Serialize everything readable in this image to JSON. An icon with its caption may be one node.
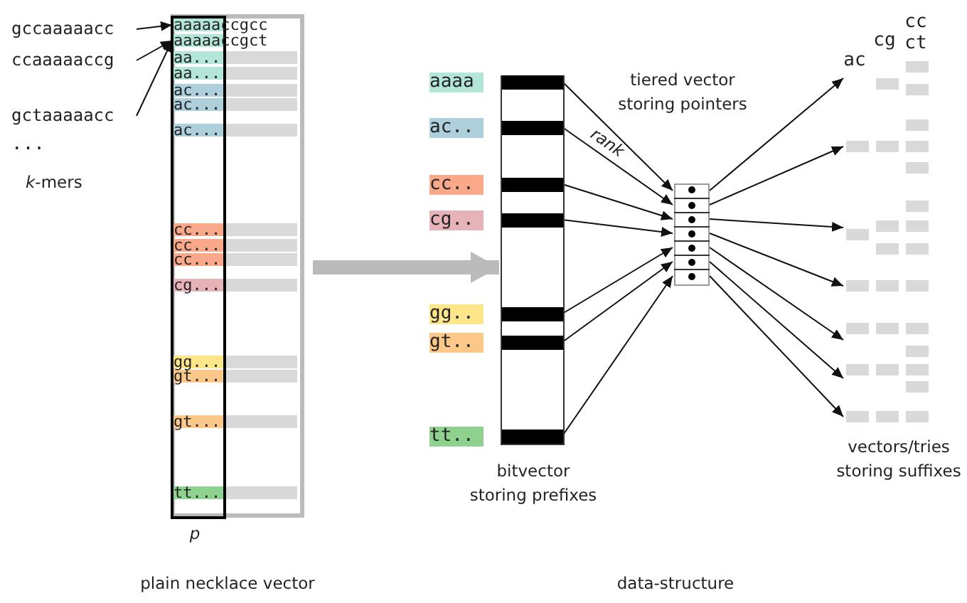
{
  "diagram": {
    "nodes": [
      {
        "text": [
          "gccaaaaacc"
        ]
      },
      {
        "text": [
          "ccaaaaaccg"
        ]
      },
      {
        "text": [
          "gctaaaaacc"
        ]
      },
      {
        "text": [],
        "shape": "box"
      },
      {
        "text": [
          "aaaaaccgcc"
        ],
        "in": 3
      },
      {
        "text": [
          "aaaaaccgct"
        ],
        "in": 3
      },
      {
        "text": [
          "aa..."
        ],
        "in": 3
      },
      {
        "text": [
          "aa..."
        ],
        "in": 3
      },
      {
        "text": [
          "ac..."
        ],
        "in": 3
      },
      {
        "text": [
          "ac..."
        ],
        "in": 3
      },
      {
        "text": [
          "ac..."
        ],
        "in": 3
      },
      {
        "text": [
          "cc..."
        ],
        "in": 3
      },
      {
        "text": [
          "cc..."
        ],
        "in": 3
      },
      {
        "text": [
          "cc..."
        ],
        "in": 3
      },
      {
        "text": [
          "cg..."
        ],
        "in": 3
      },
      {
        "text": [
          "gg..."
        ],
        "in": 3
      },
      {
        "text": [
          "gt..."
        ],
        "in": 3
      },
      {
        "text": [
          "gt..."
        ],
        "in": 3
      },
      {
        "text": [
          "tt..."
        ],
        "in": 3
      },
      {
        "text": [
          "aaaa"
        ]
      },
      {
        "text": [
          "ac.."
        ]
      },
      {
        "text": [
          "cc.."
        ]
      },
      {
        "text": [
          "cg.."
        ]
      },
      {
        "text": [
          "gg.."
        ]
      },
      {
        "text": [
          "gt.."
        ]
      },
      {
        "text": [
          "tt.."
        ]
      },
      {
        "text": [],
        "shape": "box"
      },
      {
        "text": [],
        "shape": "bar",
        "in": 26
      },
      {
        "text": [],
        "shape": "bar",
        "in": 26
      },
      {
        "text": [],
        "shape": "bar",
        "in": 26
      },
      {
        "text": [],
        "shape": "bar",
        "in": 26
      },
      {
        "text": [],
        "shape": "bar",
        "in": 26
      },
      {
        "text": [],
        "shape": "bar",
        "in": 26
      },
      {
        "text": [],
        "shape": "bar",
        "in": 26
      },
      {
        "text": [],
        "shape": "box"
      },
      {
        "text": [],
        "shape": "box",
        "in": 34
      },
      {
        "text": [],
        "shape": "box",
        "in": 34
      },
      {
        "text": [],
        "shape": "box",
        "in": 34
      },
      {
        "text": [],
        "shape": "box",
        "in": 34
      },
      {
        "text": [],
        "shape": "box",
        "in": 34
      },
      {
        "text": [],
        "shape": "box",
        "in": 34
      },
      {
        "text": [],
        "shape": "box",
        "in": 34
      },
      {
        "text": [],
        "shape": "box"
      },
      {
        "text": [],
        "shape": "box"
      },
      {
        "text": [],
        "shape": "box"
      },
      {
        "text": [],
        "shape": "box"
      },
      {
        "text": [],
        "shape": "box"
      },
      {
        "text": [],
        "shape": "box"
      },
      {
        "text": [],
        "shape": "box"
      }
    ],
    "edges": [
      {
        "from": 0,
        "to": 4,
        "arrow": "to"
      },
      {
        "from": 1,
        "to": 5,
        "arrow": "to"
      },
      {
        "from": 2,
        "to": 5,
        "arrow": "to"
      },
      {
        "from": 3,
        "to": 26,
        "arrow": "to",
        "style": "thick",
        "color": "#bbbbbb"
      },
      {
        "from": 27,
        "to": 35,
        "arrow": "to"
      },
      {
        "from": 28,
        "to": 36,
        "arrow": "to",
        "label": "rank"
      },
      {
        "from": 29,
        "to": 37,
        "arrow": "to"
      },
      {
        "from": 30,
        "to": 38,
        "arrow": "to"
      },
      {
        "from": 31,
        "to": 39,
        "arrow": "to"
      },
      {
        "from": 32,
        "to": 40,
        "arrow": "to"
      },
      {
        "from": 33,
        "to": 41,
        "arrow": "to"
      },
      {
        "from": 35,
        "to": 42,
        "arrow": "to"
      },
      {
        "from": 36,
        "to": 43,
        "arrow": "to"
      },
      {
        "from": 37,
        "to": 44,
        "arrow": "to"
      },
      {
        "from": 38,
        "to": 45,
        "arrow": "to"
      },
      {
        "from": 39,
        "to": 46,
        "arrow": "to"
      },
      {
        "from": 40,
        "to": 47,
        "arrow": "to"
      },
      {
        "from": 41,
        "to": 48,
        "arrow": "to"
      }
    ],
    "labels": [
      "...",
      "*k*-mers",
      "p",
      "plain necklace vector",
      "tiered vector storing pointers",
      "bitvector storing prefixes",
      "ac",
      "cg",
      "cc",
      "ct",
      "vectors/tries storing suffixes",
      "data-structure"
    ]
  }
}
